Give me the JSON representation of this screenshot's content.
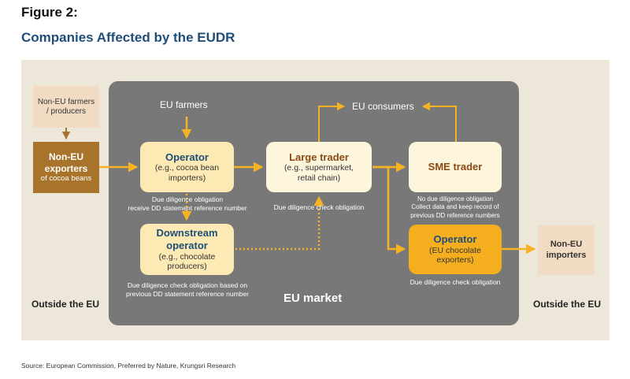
{
  "figure": {
    "label": "Figure 2:",
    "title": "Companies Affected by the EUDR"
  },
  "labels": {
    "eu_market": "EU market",
    "outside_left": "Outside the EU",
    "outside_right": "Outside the EU",
    "eu_farmers": "EU farmers",
    "eu_consumers": "EU consumers"
  },
  "boxes": {
    "non_eu_farmers": {
      "line1": "Non-EU farmers",
      "line2": "/ producers"
    },
    "non_eu_exporters": {
      "title1": "Non-EU",
      "title2": "exporters",
      "sub": "of cocoa beans"
    },
    "operator": {
      "title": "Operator",
      "sub1": "(e.g., cocoa bean",
      "sub2": "importers)"
    },
    "downstream": {
      "title1": "Downstream",
      "title2": "operator",
      "sub1": "(e.g., chocolate",
      "sub2": "producers)"
    },
    "large_trader": {
      "title": "Large trader",
      "sub1": "(e.g., supermarket,",
      "sub2": "retail chain)"
    },
    "sme_trader": {
      "title": "SME trader"
    },
    "eu_operator": {
      "title": "Operator",
      "sub1": "(EU chocolate",
      "sub2": "exporters)"
    },
    "non_eu_importers": {
      "line1": "Non-EU",
      "line2": "importers"
    }
  },
  "notes": {
    "operator_1": "Due diligence obligation",
    "operator_2": "receive DD statement reference number",
    "downstream_1": "Due diligence check obligation based on",
    "downstream_2": "previous DD statement reference number",
    "large_trader": "Due diligence check obligation",
    "sme_1": "No due diligence obligation",
    "sme_2": "Collect data and keep record of",
    "sme_3": "previous DD reference numbers",
    "eu_operator": "Due diligence check obligation"
  },
  "source": "Source: European Commission, Preferred by Nature, Krungsri Research",
  "colors": {
    "panel": "#ede7da",
    "eu_market": "#787878",
    "arrow": "#f5b324",
    "light_box": "#fde9b3",
    "cream_box": "#fdf5dc",
    "orange_box": "#f5ae1e",
    "tan_box": "#f1dcc3",
    "brown_box": "#a8742c",
    "title_blue": "#1f4e79",
    "brown_text": "#8a4a16"
  }
}
